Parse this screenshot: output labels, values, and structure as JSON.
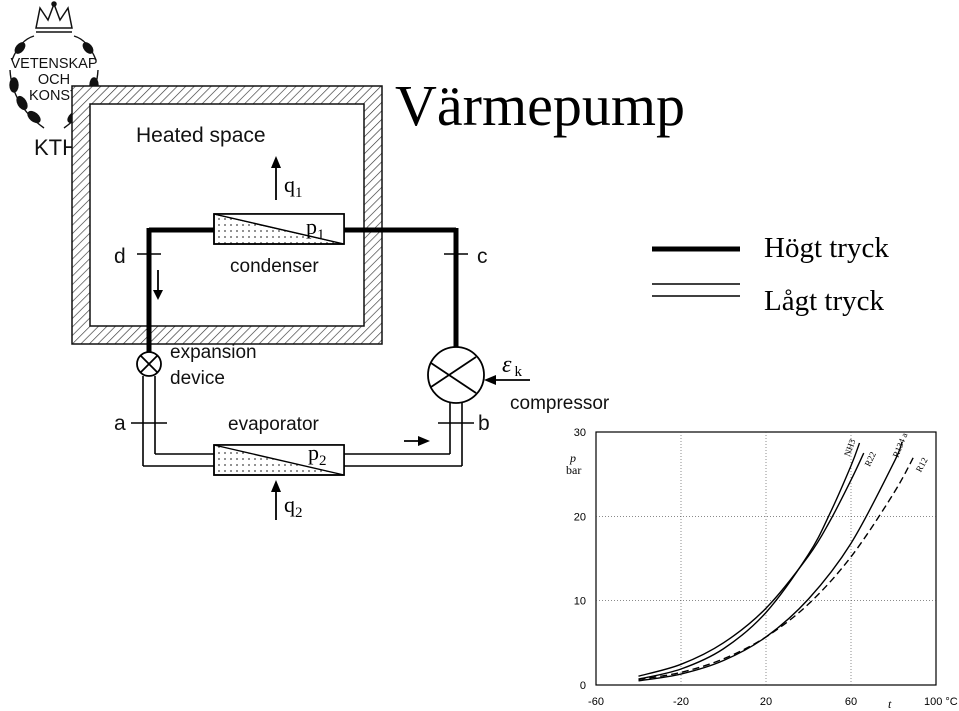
{
  "logo": {
    "line1": "VETENSKAP",
    "line2": "OCH",
    "line3": "KONST",
    "text": "KTH"
  },
  "title": "Värmepump",
  "diagram": {
    "heated_space": "Heated space",
    "q1": "q",
    "q1_sub": "1",
    "p1": "p",
    "p1_sub": "1",
    "condenser": "condenser",
    "point_d": "d",
    "point_c": "c",
    "point_a": "a",
    "point_b": "b",
    "expansion_line1": "expansion",
    "expansion_line2": "device",
    "evaporator": "evaporator",
    "p2": "p",
    "p2_sub": "2",
    "q2": "q",
    "q2_sub": "2",
    "epsilon": "ε",
    "epsilon_sub": "k",
    "compressor": "compressor"
  },
  "legend": {
    "high": "Högt tryck",
    "low": "Lågt tryck"
  },
  "chart_data": {
    "type": "line",
    "ylabel_p": "p",
    "ylabel_unit": "bar",
    "xlabel_t": "t",
    "x_ticks": [
      "-60",
      "-20",
      "20",
      "60",
      "100 °C"
    ],
    "y_ticks": [
      "0",
      "10",
      "20",
      "30"
    ],
    "xlim": [
      -60,
      100
    ],
    "ylim": [
      0,
      30
    ],
    "series": [
      {
        "name": "NH3",
        "dash": false,
        "points": [
          [
            -40,
            0.7
          ],
          [
            -20,
            1.9
          ],
          [
            0,
            4.3
          ],
          [
            20,
            8.6
          ],
          [
            40,
            15.5
          ],
          [
            50,
            20.3
          ],
          [
            60,
            26.0
          ],
          [
            64,
            28.7
          ]
        ]
      },
      {
        "name": "R22",
        "dash": false,
        "points": [
          [
            -40,
            1.05
          ],
          [
            -20,
            2.45
          ],
          [
            0,
            5.0
          ],
          [
            20,
            9.1
          ],
          [
            40,
            15.3
          ],
          [
            50,
            19.4
          ],
          [
            60,
            24.3
          ],
          [
            66,
            27.5
          ]
        ]
      },
      {
        "name": "R134 a",
        "dash": false,
        "points": [
          [
            -40,
            0.5
          ],
          [
            -20,
            1.3
          ],
          [
            0,
            2.9
          ],
          [
            20,
            5.7
          ],
          [
            40,
            10.2
          ],
          [
            60,
            16.8
          ],
          [
            80,
            26.3
          ],
          [
            84,
            28.8
          ]
        ]
      },
      {
        "name": "R12",
        "dash": true,
        "points": [
          [
            -40,
            0.65
          ],
          [
            -20,
            1.5
          ],
          [
            0,
            3.1
          ],
          [
            20,
            5.7
          ],
          [
            40,
            9.6
          ],
          [
            60,
            15.2
          ],
          [
            80,
            22.7
          ],
          [
            90,
            27.3
          ]
        ]
      }
    ]
  }
}
